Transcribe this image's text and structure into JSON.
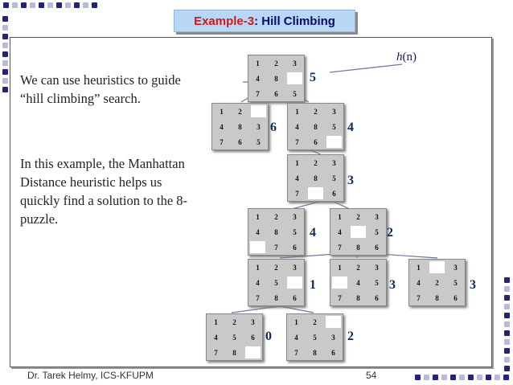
{
  "slide": {
    "title_prefix": "Example-3",
    "title_rest": ": Hill Climbing",
    "intro_para1": "We can use heuristics to guide “hill climbing” search.",
    "intro_para2": "In this example, the Manhattan Distance heuristic helps us quickly find a solution to the 8-puzzle.",
    "h_label_italic": "h",
    "h_label_rest": "(n)",
    "footer_author": "Dr. Tarek Helmy, ICS-KFUPM",
    "page_number": "54"
  },
  "colors": {
    "title_bg": "#b7d7f5",
    "title_prefix": "#d01818",
    "title_text": "#0a0a6a",
    "square_dark": "#23237a",
    "square_light": "#b9b9dc",
    "tile_bg": "#c9c9c9",
    "heuristic_text": "#0a2a5a"
  },
  "puzzle_states": [
    {
      "id": "s0",
      "tiles": [
        "1",
        "2",
        "3",
        "4",
        "8",
        "",
        "7",
        "6",
        "5"
      ],
      "h": "5"
    },
    {
      "id": "s1",
      "tiles": [
        "1",
        "2",
        "",
        "4",
        "8",
        "3",
        "7",
        "6",
        "5"
      ],
      "h": "6"
    },
    {
      "id": "s2",
      "tiles": [
        "1",
        "2",
        "3",
        "4",
        "8",
        "5",
        "7",
        "6",
        ""
      ],
      "h": "4"
    },
    {
      "id": "s3",
      "tiles": [
        "1",
        "2",
        "3",
        "4",
        "8",
        "5",
        "7",
        "",
        "6"
      ],
      "h": "3"
    },
    {
      "id": "s4",
      "tiles": [
        "1",
        "2",
        "3",
        "4",
        "8",
        "5",
        "",
        "7",
        "6"
      ],
      "h": "4"
    },
    {
      "id": "s5",
      "tiles": [
        "1",
        "2",
        "3",
        "4",
        "",
        "5",
        "7",
        "8",
        "6"
      ],
      "h": "2"
    },
    {
      "id": "s6",
      "tiles": [
        "1",
        "2",
        "3",
        "4",
        "5",
        "",
        "7",
        "8",
        "6"
      ],
      "h": "1"
    },
    {
      "id": "s7",
      "tiles": [
        "1",
        "2",
        "3",
        "",
        "4",
        "5",
        "7",
        "8",
        "6"
      ],
      "h": "3"
    },
    {
      "id": "s8",
      "tiles": [
        "1",
        "",
        "3",
        "4",
        "2",
        "5",
        "7",
        "8",
        "6"
      ],
      "h": "3"
    },
    {
      "id": "s9",
      "tiles": [
        "1",
        "2",
        "3",
        "4",
        "5",
        "6",
        "7",
        "8",
        ""
      ],
      "h": "0"
    },
    {
      "id": "s10",
      "tiles": [
        "1",
        "2",
        "",
        "4",
        "5",
        "3",
        "7",
        "8",
        "6"
      ],
      "h": "2"
    }
  ]
}
